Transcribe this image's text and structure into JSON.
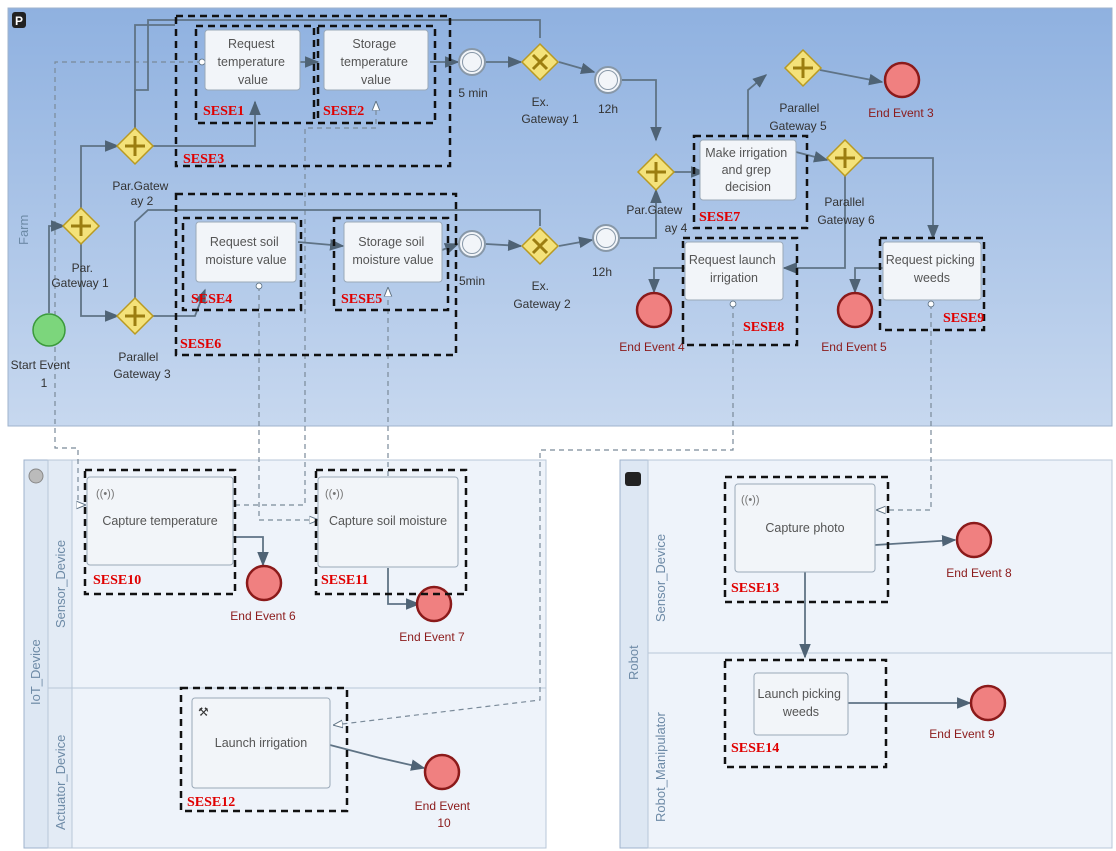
{
  "pools": {
    "farm": "Farm",
    "iot": "IoT_Device",
    "robot": "Robot"
  },
  "lanes": {
    "iot_sensor": "Sensor_Device",
    "iot_actuator": "Actuator_Device",
    "robot_sensor": "Sensor_Device",
    "robot_manipulator": "Robot_Manipulator"
  },
  "tasks": {
    "req_temp": [
      "Request",
      "temperature",
      "value"
    ],
    "store_temp": [
      "Storage",
      "temperature",
      "value"
    ],
    "req_soil": [
      "Request soil",
      "moisture value"
    ],
    "store_soil": [
      "Storage soil",
      "moisture value"
    ],
    "decision": [
      "Make irrigation",
      "and grep",
      "decision"
    ],
    "req_irrigation": [
      "Request launch",
      "irrigation"
    ],
    "req_picking": [
      "Request picking",
      "weeds"
    ],
    "capture_temp": [
      "Capture temperature"
    ],
    "capture_soil": [
      "Capture soil moisture"
    ],
    "launch_irrigation": [
      "Launch irrigation"
    ],
    "capture_photo": [
      "Capture photo"
    ],
    "launch_picking": [
      "Launch picking",
      "weeds"
    ]
  },
  "gateways": {
    "pg1": [
      "Par.",
      "Gateway 1"
    ],
    "pg2": [
      "Par.Gatew",
      "ay 2"
    ],
    "pg3": [
      "Parallel",
      "Gateway 3"
    ],
    "pg4": [
      "Par.Gatew",
      "ay 4"
    ],
    "pg5": [
      "Parallel",
      "Gateway 5"
    ],
    "pg6": [
      "Parallel",
      "Gateway 6"
    ],
    "xg1": [
      "Ex.",
      "Gateway 1"
    ],
    "xg2": [
      "Ex.",
      "Gateway 2"
    ]
  },
  "timers": {
    "t1": "5 min",
    "t2": "12h",
    "t3": "5min",
    "t4": "12h"
  },
  "events": {
    "start1": [
      "Start Event",
      "1"
    ],
    "end3": [
      "End Event 3"
    ],
    "end4": [
      "End Event 4"
    ],
    "end5": [
      "End Event 5"
    ],
    "end6": [
      "End Event 6"
    ],
    "end7": [
      "End Event 7"
    ],
    "end8": [
      "End Event 8"
    ],
    "end9": [
      "End Event 9"
    ],
    "end10": [
      "End Event",
      "10"
    ]
  },
  "sese": {
    "s1": "SESE1",
    "s2": "SESE2",
    "s3": "SESE3",
    "s4": "SESE4",
    "s5": "SESE5",
    "s6": "SESE6",
    "s7": "SESE7",
    "s8": "SESE8",
    "s9": "SESE9",
    "s10": "SESE10",
    "s11": "SESE11",
    "s12": "SESE12",
    "s13": "SESE13",
    "s14": "SESE14"
  },
  "colors": {
    "farm_pool": "#a9c3e7",
    "lane_bg": "#eef3fa",
    "task_fill": "#f2f5f9",
    "gateway_fill": "#f4e27a",
    "gateway_stroke": "#b99a22",
    "start_fill": "#7cd67c",
    "end_fill": "#f08080",
    "sese_text": "#e00000",
    "flow": "#5f7385"
  }
}
